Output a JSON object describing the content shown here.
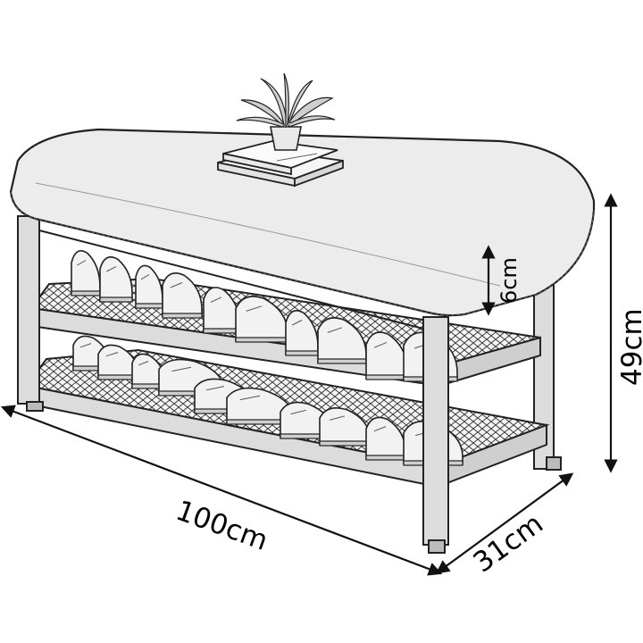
{
  "product": "shoe storage bench",
  "dimensions": {
    "width": "100cm",
    "depth": "31cm",
    "height": "49cm",
    "cushion_thickness": "6cm"
  },
  "icons": [
    "plant-pot-icon",
    "book-stack-icon",
    "shoe-icon"
  ],
  "colors": {
    "line": "#222222",
    "cushion": "#ececec",
    "frame": "#dcdcdc",
    "background": "#ffffff"
  }
}
